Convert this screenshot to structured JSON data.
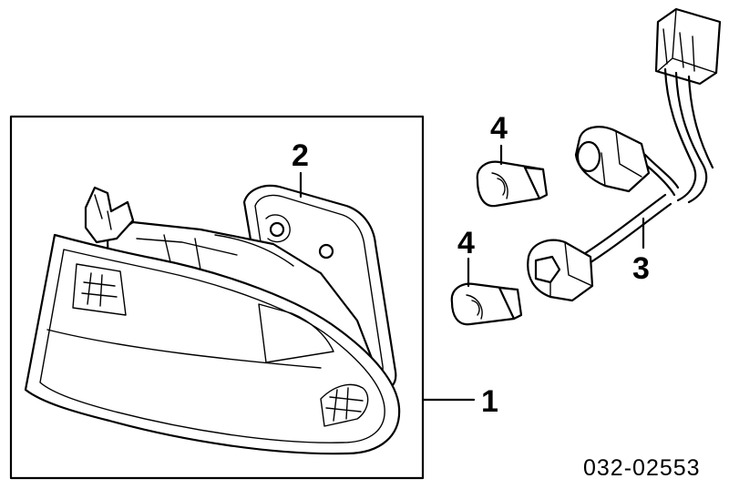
{
  "callouts": {
    "c1": "1",
    "c2": "2",
    "c3": "3",
    "c4a": "4",
    "c4b": "4"
  },
  "part_number": "032-02553"
}
